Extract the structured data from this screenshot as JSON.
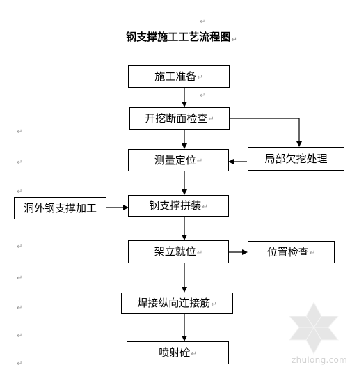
{
  "title": "钢支撑施工工艺流程图",
  "para_mark": "↵",
  "boxes": {
    "step1": "施工准备",
    "step2": "开挖断面检查",
    "step3": "测量定位",
    "step4": "钢支撑拼装",
    "step5": "架立就位",
    "step6": "焊接纵向连接筋",
    "step7": "喷射砼",
    "side1": "局部欠挖处理",
    "side2": "洞外钢支撑加工",
    "side3": "位置检查"
  },
  "watermark": "zhulong.com",
  "colors": {
    "line": "#000000",
    "mark": "#9a9a9a",
    "watermark": "#d2d2d2"
  }
}
